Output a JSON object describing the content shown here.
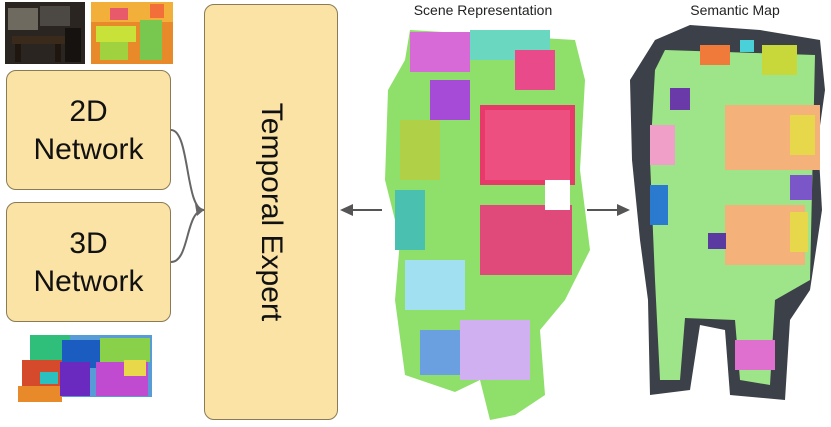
{
  "networks": {
    "net2d_line1": "2D",
    "net2d_line2": "Network",
    "net3d_line1": "3D",
    "net3d_line2": "Network"
  },
  "temporal_expert": {
    "label": "Temporal Expert"
  },
  "scene_representation": {
    "caption": "Scene Representation"
  },
  "semantic_map": {
    "caption": "Semantic Map"
  },
  "colors": {
    "box_fill": "#fbe3a6",
    "box_border": "#8a7a55",
    "arrow": "#555555"
  }
}
